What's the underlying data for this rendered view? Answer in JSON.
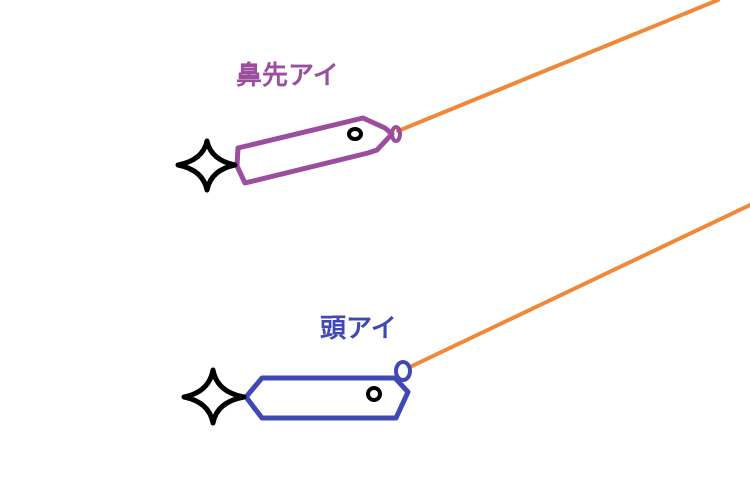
{
  "diagram": {
    "title": "",
    "background": "#ffffff",
    "items": [
      {
        "label": "鼻先アイ",
        "label_color": "#9b4d9f",
        "lure_color": "#9b4d9f",
        "line_color": "#f0883a",
        "marker": "sparkle-star",
        "description": "Lure with line eye at nose tip"
      },
      {
        "label": "頭アイ",
        "label_color": "#3f48b5",
        "lure_color": "#3f48b5",
        "line_color": "#f0883a",
        "marker": "sparkle-star",
        "description": "Lure with line eye on top of head"
      }
    ]
  }
}
